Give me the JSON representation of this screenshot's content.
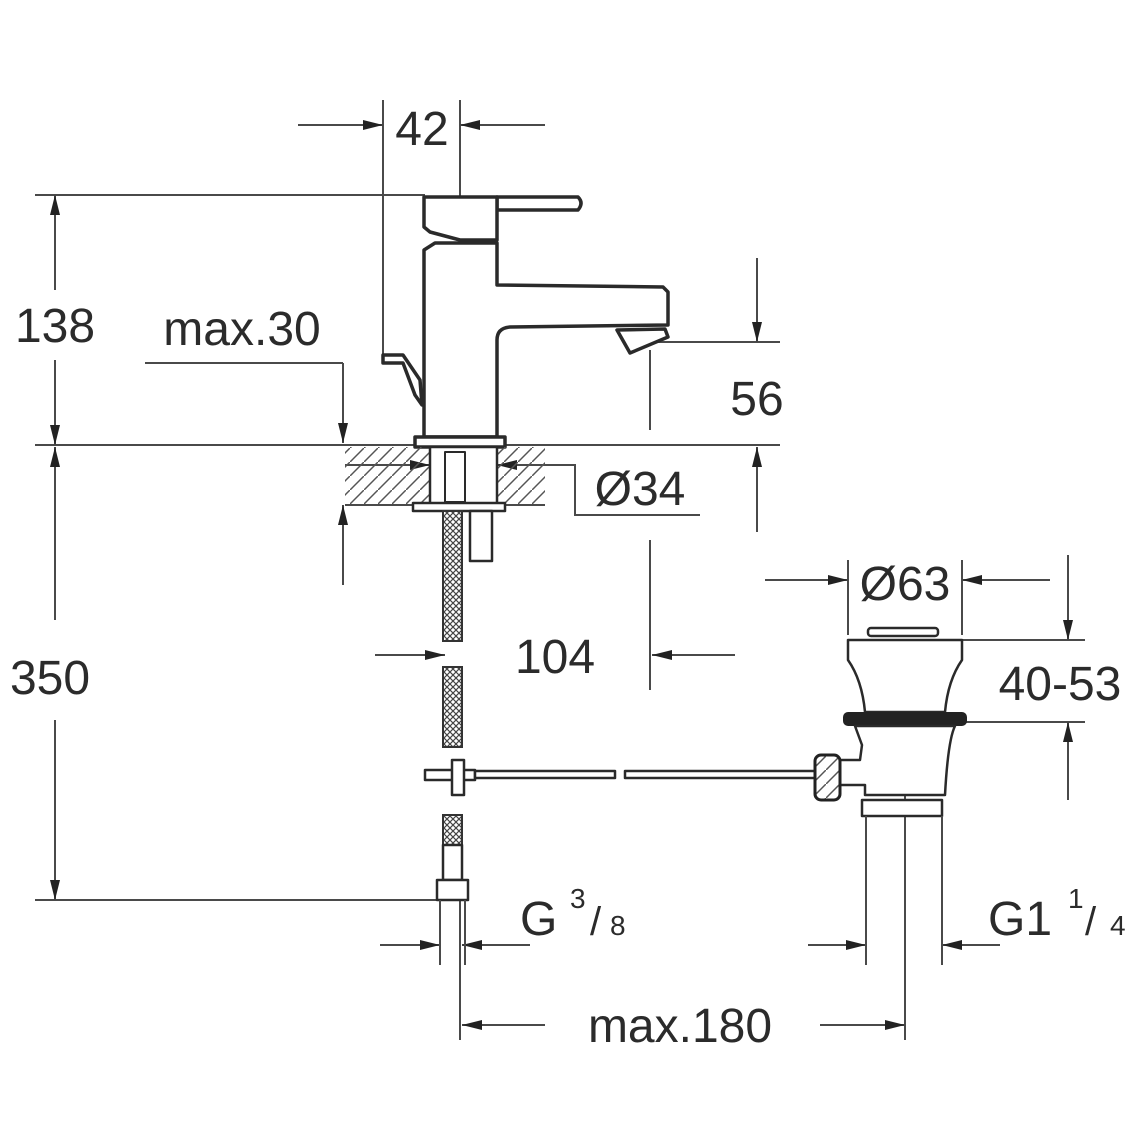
{
  "dimensions": {
    "width_body": "42",
    "height_total": "138",
    "max_thickness": "max.30",
    "spout_height": "56",
    "hole_diameter": "Ø34",
    "spout_reach": "104",
    "waste_diameter": "Ø63",
    "waste_range": "40-53",
    "hose_length": "350",
    "connection_g": "G",
    "connection_num": "3",
    "connection_den": "8",
    "waste_g": "G1",
    "waste_num": "1",
    "waste_den": "4",
    "max_distance": "max.180"
  },
  "colors": {
    "line": "#2a2a2a",
    "background": "#ffffff"
  }
}
